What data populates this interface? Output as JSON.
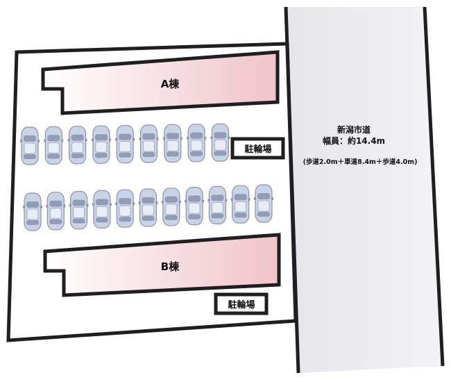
{
  "buildings": {
    "a": {
      "label": "A棟"
    },
    "b": {
      "label": "B棟"
    }
  },
  "bicycle_parking": {
    "top": {
      "label": "駐輪場"
    },
    "bottom": {
      "label": "駐輪場"
    }
  },
  "road": {
    "name": "新潟市道",
    "width": "幅員：約14.4m",
    "breakdown": "(歩道2.0m＋車道8.4m＋歩道4.0m)"
  },
  "parking": {
    "row1_count": 9,
    "row2_count": 11
  },
  "colors": {
    "outline": "#1f1f1f",
    "building_fill_light": "#ffffff",
    "building_fill_pink": "#f2c9cf",
    "road_fill": "#ececef",
    "car_body": "#c9d3e6",
    "car_outline": "#8a93a8"
  }
}
